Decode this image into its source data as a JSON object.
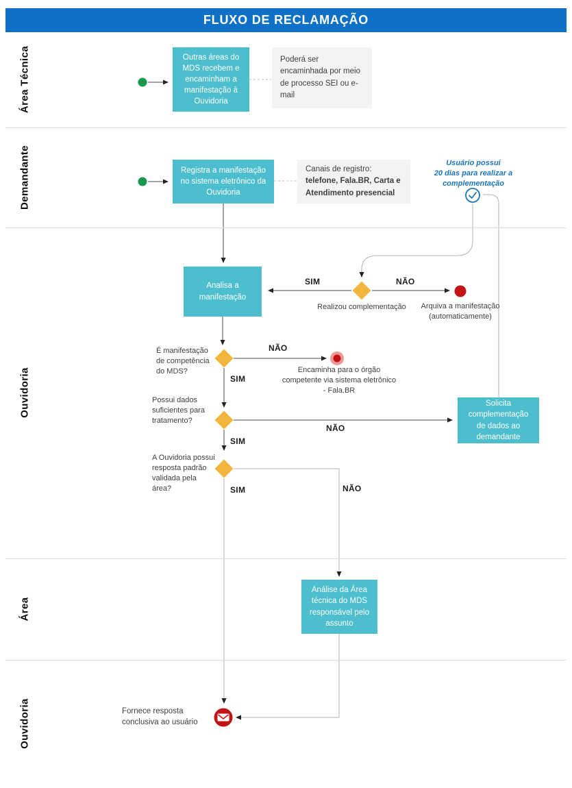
{
  "title": "FLUXO DE RECLAMAÇÃO",
  "lanes": {
    "area_tecnica": "Área Técnica",
    "demandante": "Demandante",
    "ouvidoria": "Ouvidoria",
    "area": "Área",
    "ouvidoria2": "Ouvidoria"
  },
  "labels": {
    "sim": "SIM",
    "nao": "NÃO"
  },
  "nodes": {
    "outras_areas": "Outras áreas do MDS recebem e encaminham a manifestação à Ouvidoria",
    "registra": "Registra a manifestação no sistema eletrônico da Ouvidoria",
    "analisa": "Analisa a manifestação",
    "solicita": "Solicita complementação de dados ao demandante",
    "analise_area": "Análise da Área técnica do MDS responsável pelo assunto"
  },
  "notes": {
    "sei": "Poderá ser encaminhada por meio de processo SEI ou e-mail",
    "canais_titulo": "Canais de registro:",
    "canais_corpo": "telefone, Fala.BR, Carta e Atendimento presencial"
  },
  "annotation": {
    "line1": "Usuário possui",
    "line2": "20 dias para realizar a",
    "line3": "complementação"
  },
  "decisions": {
    "realizou": "Realizou complementação",
    "competencia": "É manifestação de competência do MDS?",
    "dados": "Possui dados suficientes para tratamento?",
    "resposta_padrao": "A Ouvidoria possui resposta padrão validada pela área?"
  },
  "terminais": {
    "arquiva": "Arquiva a manifestação (automaticamente)",
    "encaminha": "Encaminha para o órgão competente via sistema eletrônico - Fala.BR",
    "fornece": "Fornece resposta conclusiva ao usuário"
  },
  "icons": {
    "clock": "clock-icon",
    "envelope": "envelope-icon",
    "start": "start-circle-icon",
    "end": "end-circle-icon"
  },
  "colors": {
    "header_blue": "#0f71c5",
    "process_teal": "#4dbecd",
    "decision_yellow": "#f2b63e",
    "start_green": "#18984e",
    "end_red": "#c11414",
    "annotation_blue": "#1b75bb",
    "note_gray": "#f3f3f3"
  }
}
